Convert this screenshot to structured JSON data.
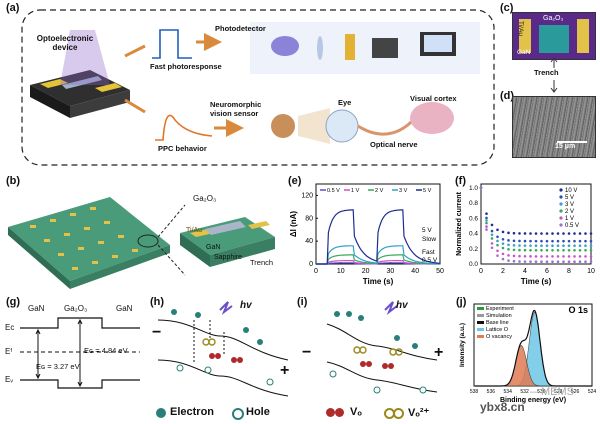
{
  "panels": {
    "a": "(a)",
    "b": "(b)",
    "c": "(c)",
    "d": "(d)",
    "e": "(e)",
    "f": "(f)",
    "g": "(g)",
    "h": "(h)",
    "i": "(i)",
    "j": "(j)"
  },
  "panel_a": {
    "device_label": "Optoelectronic device",
    "fast_label": "Fast photoresponse",
    "photodetector_label": "Photodetector",
    "ppc_label": "PPC behavior",
    "neuro_label": "Neuromorphic vision sensor",
    "eye_label": "Eye",
    "nerve_label": "Optical nerve",
    "cortex_label": "Visual cortex"
  },
  "panel_b": {
    "ga2o3": "Ga₂O₃",
    "tiau": "Ti/Au",
    "gan": "GaN",
    "sapphire": "Sapphire",
    "trench": "Trench"
  },
  "panel_c": {
    "tiau": "Ti/Au",
    "ga2o3": "Ga₂O₃",
    "gan": "GaN",
    "trench": "Trench"
  },
  "panel_d": {
    "scale": "15 μm"
  },
  "panel_g": {
    "gan_left": "GaN",
    "ga2o3": "Ga₂O₃",
    "gan_right": "GaN",
    "ec": "Eᴄ",
    "ef": "Eᶠ",
    "ev": "Eᵥ",
    "eg_gan": "Eɢ = 3.27 eV",
    "eg_ga2o3": "Eɢ = 4.84 eV"
  },
  "panel_h": {
    "hv": "hv",
    "minus": "−",
    "plus": "+"
  },
  "panel_i": {
    "hv": "hv",
    "minus": "−",
    "plus": "+"
  },
  "legend_bottom": {
    "electron": "Electron",
    "hole": "Hole",
    "vo": "Vₒ",
    "vo2": "Vₒ²⁺"
  },
  "watermark": "ybx8.cn",
  "watermark2": "—MEMS",
  "charts": {
    "e": {
      "xlabel": "Time (s)",
      "ylabel": "ΔI (nA)",
      "xticks": [
        "0",
        "10",
        "20",
        "30",
        "40",
        "50"
      ],
      "yticks": [
        "0",
        "40",
        "80",
        "120"
      ],
      "legend": [
        "0.5 V",
        "1 V",
        "2 V",
        "3 V",
        "5 V"
      ],
      "annotations": {
        "slow": "Slow",
        "fast": "Fast",
        "top": "5 V",
        "bottom": "0.5 V"
      }
    },
    "f": {
      "xlabel": "Time (s)",
      "ylabel": "Normalized current",
      "xticks": [
        "0",
        "2",
        "4",
        "6",
        "8",
        "10"
      ],
      "yticks": [
        "0.0",
        "0.2",
        "0.4",
        "0.6",
        "0.8",
        "1.0"
      ],
      "legend": [
        "10 V",
        "5 V",
        "3 V",
        "2 V",
        "1 V",
        "0.5 V"
      ]
    },
    "j": {
      "title": "O 1s",
      "xlabel": "Binding energy (eV)",
      "ylabel": "Intensity (a.u.)",
      "xticks": [
        "524",
        "526",
        "528",
        "530",
        "532",
        "534",
        "536",
        "538"
      ],
      "legend": [
        "Experiment",
        "Simulation",
        "Base line",
        "Lattice O",
        "O vacancy"
      ]
    }
  },
  "chart_data": [
    {
      "type": "line",
      "xlabel": "Time (s)",
      "ylabel": "ΔI (nA)",
      "xlim": [
        0,
        50
      ],
      "ylim": [
        0,
        140
      ],
      "series": [
        {
          "name": "0.5 V",
          "color": "#5a4fcf",
          "peak": 2,
          "base": 1
        },
        {
          "name": "1 V",
          "color": "#d34fc8",
          "peak": 6,
          "base": 3
        },
        {
          "name": "2 V",
          "color": "#39a85a",
          "peak": 16,
          "base": 8
        },
        {
          "name": "3 V",
          "color": "#2fa3c9",
          "peak": 32,
          "base": 18
        },
        {
          "name": "5 V",
          "color": "#1f2d8f",
          "peak": 95,
          "base": 55
        }
      ],
      "pulses": [
        [
          5,
          15
        ],
        [
          25,
          35
        ]
      ]
    },
    {
      "type": "scatter",
      "xlabel": "Time (s)",
      "ylabel": "Normalized current",
      "xlim": [
        0,
        10
      ],
      "ylim": [
        0,
        1.05
      ],
      "series": [
        {
          "name": "10 V",
          "color": "#1f2d8f",
          "tail": 0.4
        },
        {
          "name": "5 V",
          "color": "#2b4fb5",
          "tail": 0.3
        },
        {
          "name": "3 V",
          "color": "#3ca0c8",
          "tail": 0.24
        },
        {
          "name": "2 V",
          "color": "#39a85a",
          "tail": 0.18
        },
        {
          "name": "1 V",
          "color": "#d34fc8",
          "tail": 0.1
        },
        {
          "name": "0.5 V",
          "color": "#9a6fd0",
          "tail": 0.03
        }
      ]
    },
    {
      "type": "area",
      "title": "O 1s",
      "xlabel": "Binding energy (eV)",
      "ylabel": "Intensity (a.u.)",
      "xlim": [
        524,
        538
      ],
      "peaks": [
        {
          "name": "Lattice O",
          "center": 530.8,
          "height": 1.0,
          "color": "#6ec6e6"
        },
        {
          "name": "O vacancy",
          "center": 532.4,
          "height": 0.55,
          "color": "#e07b54"
        }
      ]
    }
  ]
}
